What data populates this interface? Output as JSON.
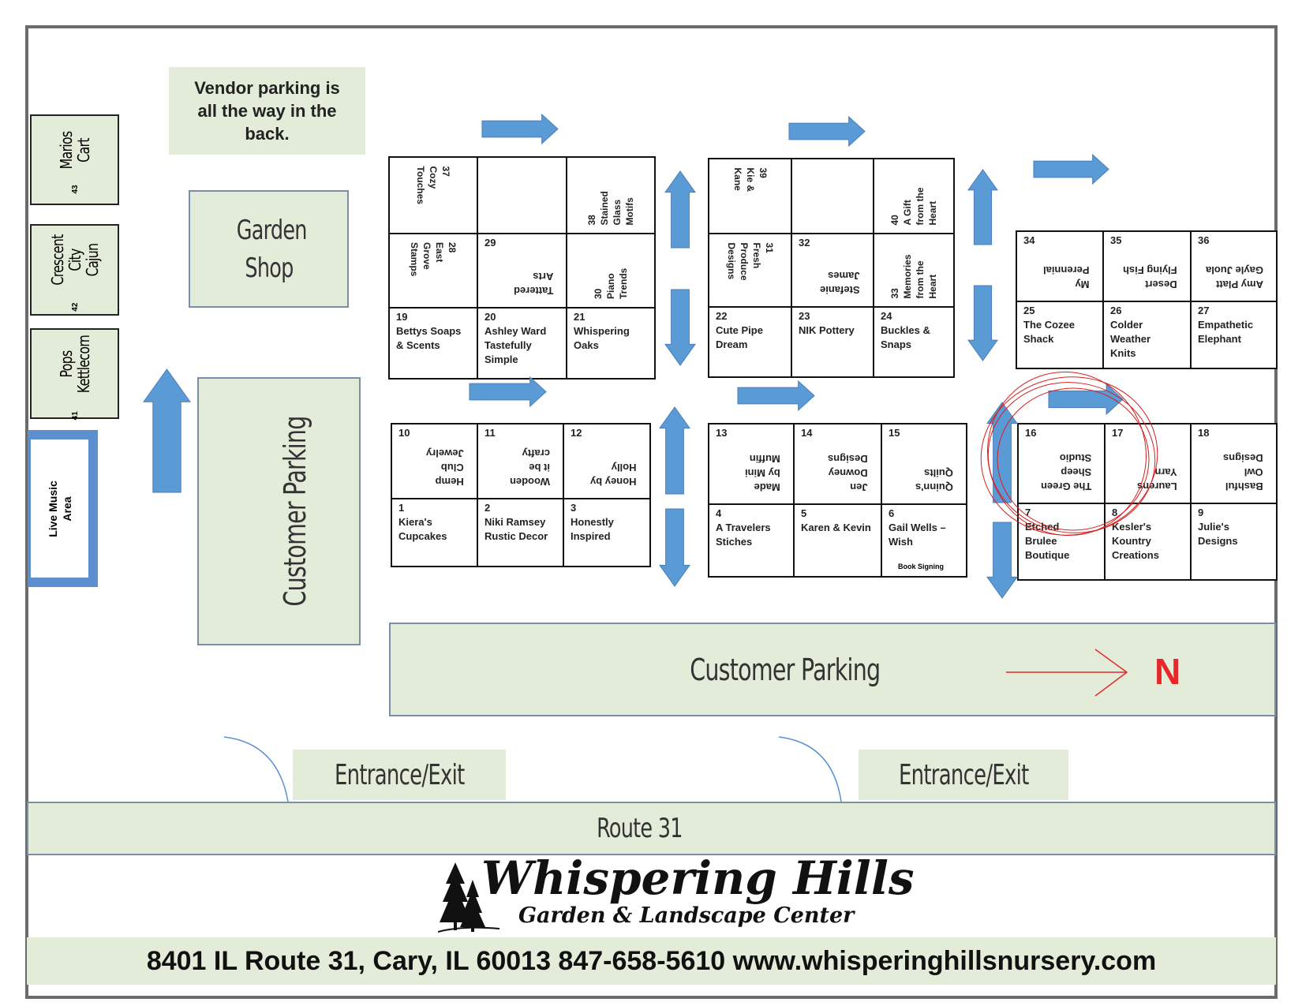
{
  "vendor_note": "Vendor parking is all the way in the back.",
  "garden_shop": "Garden Shop",
  "customer_parking_side": "Customer Parking",
  "customer_parking_main": "Customer Parking",
  "entrance_left": "Entrance/Exit",
  "entrance_right": "Entrance/Exit",
  "route": "Route 31",
  "live_music": "Live Music Area",
  "north": "N",
  "logo": {
    "title": "Whispering Hills",
    "subtitle": "Garden & Landscape Center"
  },
  "address": "8401 IL Route 31, Cary, IL 60013 847-658-5610 www.whisperinghillsnursery.com",
  "colors": {
    "arrow": "#5b9bd5",
    "zone": "#e3ecd9",
    "north": "#e8262b",
    "highlight": "#d62020"
  },
  "side_stalls": [
    {
      "number": "43",
      "name": "Marios\nCart"
    },
    {
      "number": "42",
      "name": "Crescent\nCity Cajun"
    },
    {
      "number": "41",
      "name": "Pops\nKettlecorn"
    }
  ],
  "stalls": [
    {
      "number": "37",
      "name": "Cozy\nTouches"
    },
    {
      "number": "38",
      "name": "Stained\nGlass\nMotifs"
    },
    {
      "number": "28",
      "name": "East\nGrove\nStamps"
    },
    {
      "number": "29",
      "name": "Tattered\nArts"
    },
    {
      "number": "30",
      "name": "Piano\nTrends"
    },
    {
      "number": "19",
      "name": "Bettys Soaps\n& Scents"
    },
    {
      "number": "20",
      "name": "Ashley Ward\nTastefully\nSimple"
    },
    {
      "number": "21",
      "name": "Whispering\nOaks"
    },
    {
      "number": "39",
      "name": "Kie &\nKane"
    },
    {
      "number": "40",
      "name": "A Gift\nfrom the\nHeart"
    },
    {
      "number": "31",
      "name": "Fresh\nProduce\nDesigns"
    },
    {
      "number": "32",
      "name": "Stefanie\nJames"
    },
    {
      "number": "33",
      "name": "Memories\nfrom the\nHeart"
    },
    {
      "number": "22",
      "name": "Cute Pipe\nDream"
    },
    {
      "number": "23",
      "name": "NIK Pottery"
    },
    {
      "number": "24",
      "name": "Buckles &\nSnaps"
    },
    {
      "number": "34",
      "name": "My\nPerennial"
    },
    {
      "number": "35",
      "name": "Desert\nFlying Fish"
    },
    {
      "number": "36",
      "name": "Amy Platt\nGayle Juola"
    },
    {
      "number": "25",
      "name": "The Cozee\nShack"
    },
    {
      "number": "26",
      "name": "Colder\nWeather\nKnits"
    },
    {
      "number": "27",
      "name": "Empathetic\nElephant"
    },
    {
      "number": "10",
      "name": "Hemp\nClub\nJewelry"
    },
    {
      "number": "11",
      "name": "Wooden\nit be\ncrafty"
    },
    {
      "number": "12",
      "name": "Honey by\nHolly"
    },
    {
      "number": "1",
      "name": "Kiera's\nCupcakes"
    },
    {
      "number": "2",
      "name": "Niki Ramsey\nRustic Decor"
    },
    {
      "number": "3",
      "name": "Honestly\nInspired"
    },
    {
      "number": "13",
      "name": "Made\nby Mini\nMuffin"
    },
    {
      "number": "14",
      "name": "Jen\nDowney\nDesigns"
    },
    {
      "number": "15",
      "name": "Quinn's\nQuilts"
    },
    {
      "number": "4",
      "name": "A Travelers\nStiches"
    },
    {
      "number": "5",
      "name": "Karen & Kevin"
    },
    {
      "number": "6",
      "name": "Gail Wells –\nWish",
      "note": "Book Signing"
    },
    {
      "number": "16",
      "name": "The Green\nSheep\nStudio"
    },
    {
      "number": "17",
      "name": "Laurens\nYarn"
    },
    {
      "number": "18",
      "name": "Bashful\nOwl\nDesigns"
    },
    {
      "number": "7",
      "name": "Etched\nBrulee\nBoutique"
    },
    {
      "number": "8",
      "name": "Kesler's\nKountry\nCreations"
    },
    {
      "number": "9",
      "name": "Julie's\nDesigns"
    }
  ]
}
